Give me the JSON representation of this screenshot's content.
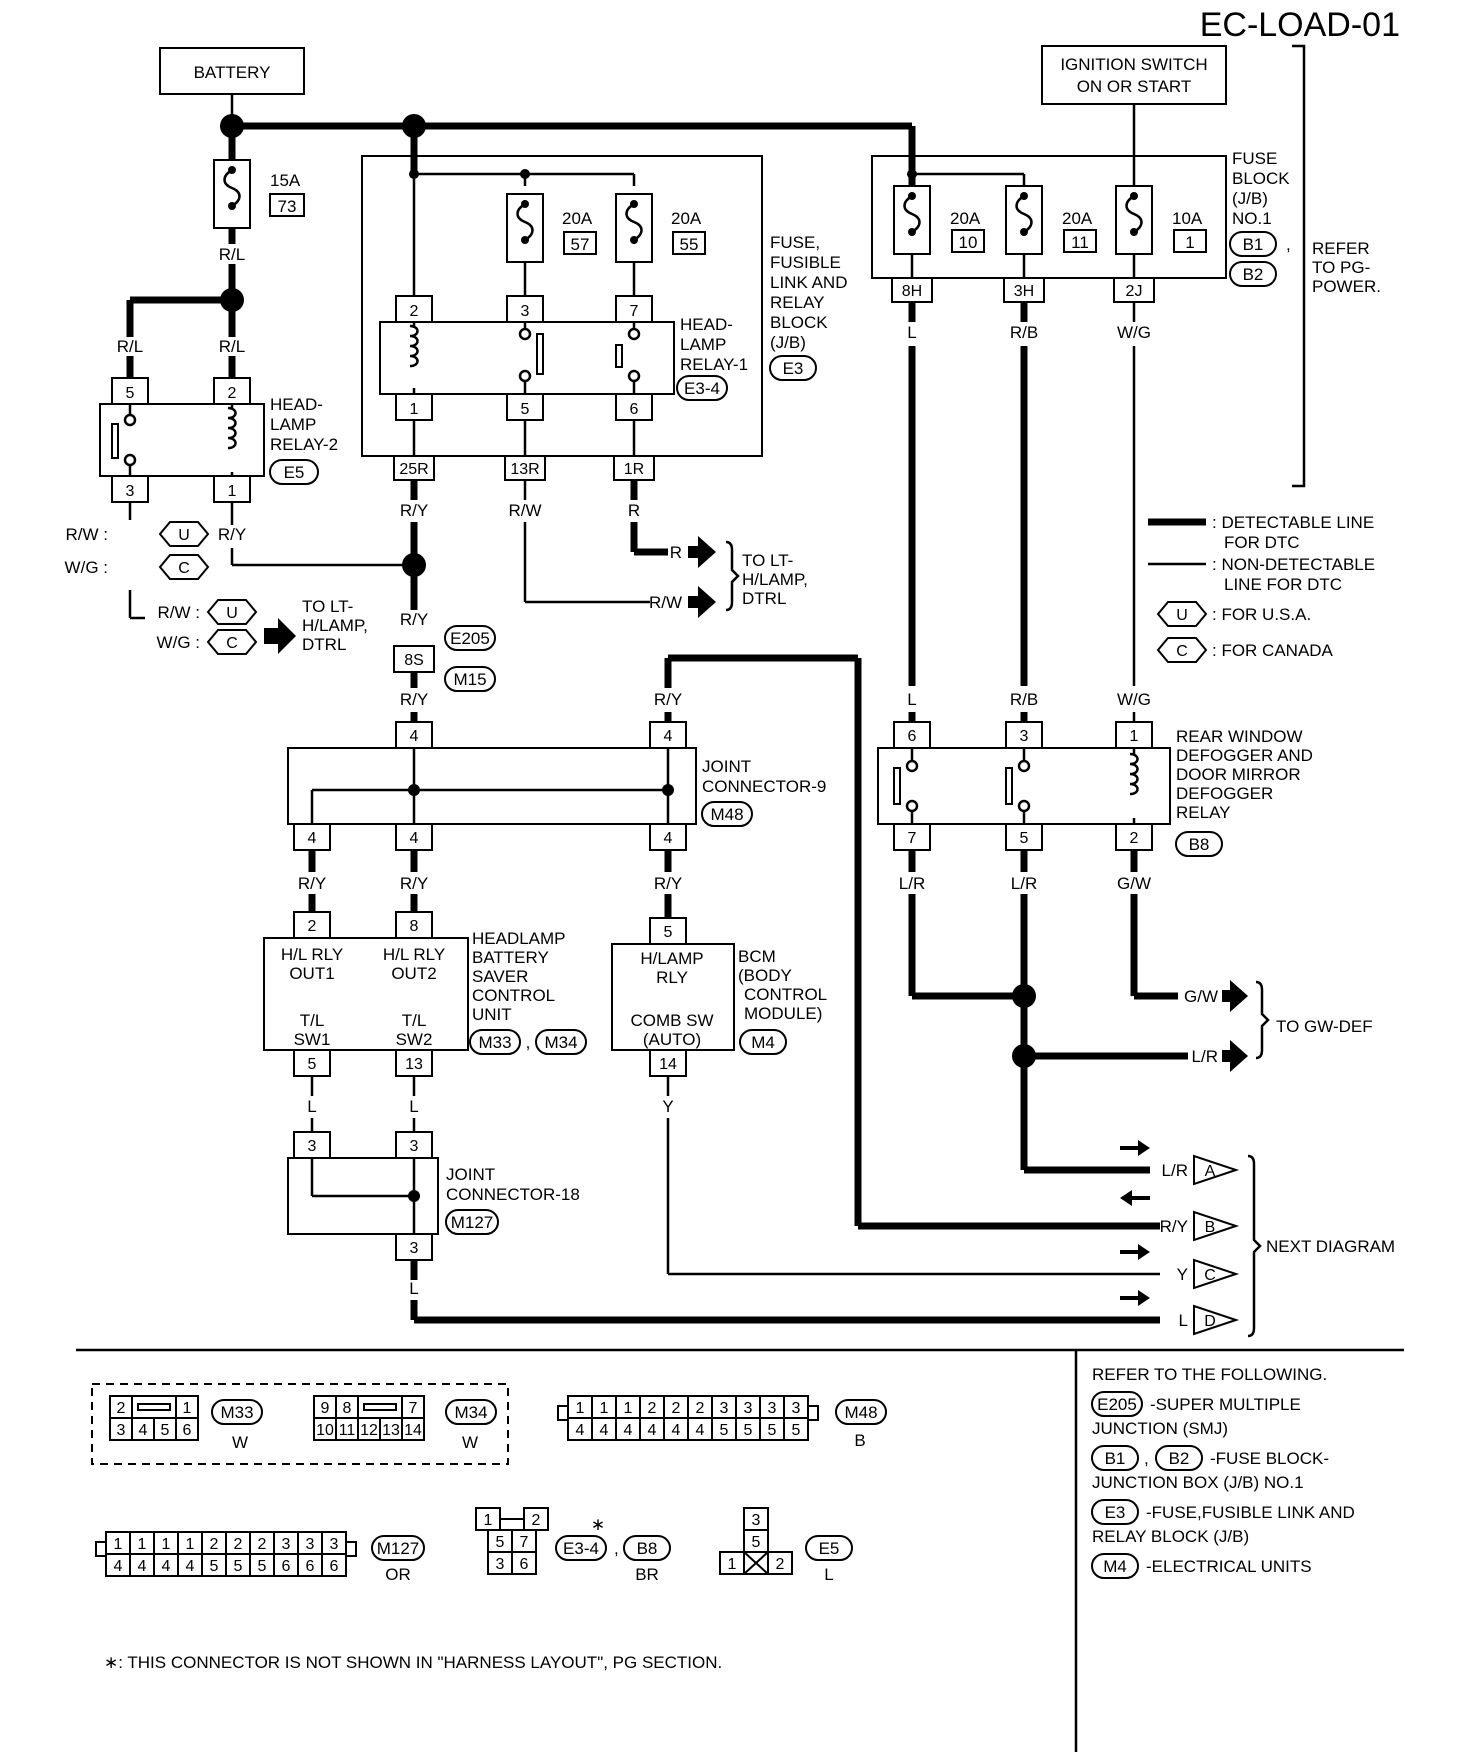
{
  "title": "EC-LOAD-01",
  "battery": "BATTERY",
  "ignition": [
    "IGNITION SWITCH",
    "ON OR START"
  ],
  "fuse15": {
    "amp": "15A",
    "num": "73"
  },
  "fuses_relay_block": [
    {
      "amp": "20A",
      "num": "57"
    },
    {
      "amp": "20A",
      "num": "55"
    }
  ],
  "fuses_jb": [
    {
      "amp": "20A",
      "num": "10"
    },
    {
      "amp": "20A",
      "num": "11"
    },
    {
      "amp": "10A",
      "num": "1"
    }
  ],
  "fuse_block_label": [
    "FUSE",
    "BLOCK",
    "(J/B)",
    "NO.1"
  ],
  "refer_pg": [
    "REFER",
    "TO PG-",
    "POWER."
  ],
  "relay_block_label": [
    "FUSE,",
    "FUSIBLE",
    "LINK AND",
    "RELAY",
    "BLOCK",
    "(J/B)"
  ],
  "hl_relay1": [
    "HEAD-",
    "LAMP",
    "RELAY-1"
  ],
  "hl_relay2": [
    "HEAD-",
    "LAMP",
    "RELAY-2"
  ],
  "conn": {
    "E3": "E3",
    "E34": "E3-4",
    "E5": "E5",
    "B1": "B1",
    "B2": "B2",
    "B8": "B8",
    "E205": "E205",
    "M15": "M15",
    "M48": "M48",
    "M33": "M33",
    "M34": "M34",
    "M4": "M4",
    "M127": "M127"
  },
  "wires": {
    "RL": "R/L",
    "RY": "R/Y",
    "RW": "R/W",
    "R": "R",
    "L": "L",
    "RB": "R/B",
    "WG": "W/G",
    "LR": "L/R",
    "GW": "G/W",
    "Y": "Y",
    "RW_U": "R/W :",
    "WG_C": "W/G :"
  },
  "pins": {
    "p2": "2",
    "p3": "3",
    "p7": "7",
    "p1": "1",
    "p5": "5",
    "p6": "6",
    "p4": "4",
    "p8": "8",
    "p13": "13",
    "p14": "14",
    "h8": "8H",
    "h3": "3H",
    "j2": "2J",
    "r25": "25R",
    "r13": "13R",
    "r1": "1R",
    "s8": "8S"
  },
  "to_lt": [
    "TO LT-",
    "H/LAMP,",
    "DTRL"
  ],
  "legend": {
    "detectable": [
      ": DETECTABLE LINE",
      "FOR DTC"
    ],
    "nondetectable": [
      ": NON-DETECTABLE",
      "LINE FOR DTC"
    ],
    "usa": ": FOR U.S.A.",
    "canada": ": FOR CANADA",
    "U": "U",
    "C": "C"
  },
  "jc9": [
    "JOINT",
    "CONNECTOR-9"
  ],
  "jc18": [
    "JOINT",
    "CONNECTOR-18"
  ],
  "defogger": [
    "REAR WINDOW",
    "DEFOGGER AND",
    "DOOR MIRROR",
    "DEFOGGER",
    "RELAY"
  ],
  "hbscu": {
    "name": [
      "HEADLAMP",
      "BATTERY",
      "SAVER",
      "CONTROL",
      "UNIT"
    ],
    "out1": [
      "H/L RLY",
      "OUT1"
    ],
    "out2": [
      "H/L RLY",
      "OUT2"
    ],
    "sw1": [
      "T/L",
      "SW1"
    ],
    "sw2": [
      "T/L",
      "SW2"
    ]
  },
  "bcm": {
    "name": [
      "BCM",
      "(BODY",
      "CONTROL",
      "MODULE)"
    ],
    "hlamp": [
      "H/LAMP",
      "RLY"
    ],
    "comb": [
      "COMB SW",
      "(AUTO)"
    ]
  },
  "to_gw_def": "TO GW-DEF",
  "next_diagram": "NEXT DIAGRAM",
  "next_letters": [
    "A",
    "B",
    "C",
    "D"
  ],
  "colors": {
    "M33": "W",
    "M34": "W",
    "M48": "B",
    "M127": "OR",
    "E34B8": "BR",
    "E5": "L"
  },
  "conn_pins": {
    "m33": {
      "top": [
        "2",
        "1"
      ],
      "bottom": [
        "3",
        "4",
        "5",
        "6"
      ]
    },
    "m34": {
      "top": [
        "9",
        "8",
        "7"
      ],
      "bottom": [
        "10",
        "11",
        "12",
        "13",
        "14"
      ]
    },
    "m48": {
      "top": [
        "1",
        "1",
        "1",
        "2",
        "2",
        "2",
        "3",
        "3",
        "3",
        "3"
      ],
      "bottom": [
        "4",
        "4",
        "4",
        "4",
        "4",
        "4",
        "5",
        "5",
        "5",
        "5"
      ]
    },
    "m127": {
      "top": [
        "1",
        "1",
        "1",
        "1",
        "2",
        "2",
        "2",
        "3",
        "3",
        "3"
      ],
      "bottom": [
        "4",
        "4",
        "4",
        "4",
        "5",
        "5",
        "5",
        "6",
        "6",
        "6"
      ]
    },
    "e34": {
      "top": [
        "1",
        "2"
      ],
      "mid": [
        "5",
        "7"
      ],
      "bottom": [
        "3",
        "6"
      ]
    },
    "e5": {
      "top": "3",
      "mid": "5",
      "bottom": [
        "1",
        "2"
      ]
    }
  },
  "refer_following": {
    "head": "REFER TO THE FOLLOWING.",
    "e205": [
      "-SUPER MULTIPLE",
      "JUNCTION (SMJ)"
    ],
    "b1b2": [
      "-FUSE BLOCK-",
      "JUNCTION BOX (J/B) NO.1"
    ],
    "e3": [
      "-FUSE,FUSIBLE LINK AND",
      "RELAY BLOCK (J/B)"
    ],
    "m4": "-ELECTRICAL UNITS"
  },
  "footnote": "∗: THIS CONNECTOR IS NOT SHOWN IN \"HARNESS LAYOUT\", PG SECTION.",
  "asterisk": "∗"
}
